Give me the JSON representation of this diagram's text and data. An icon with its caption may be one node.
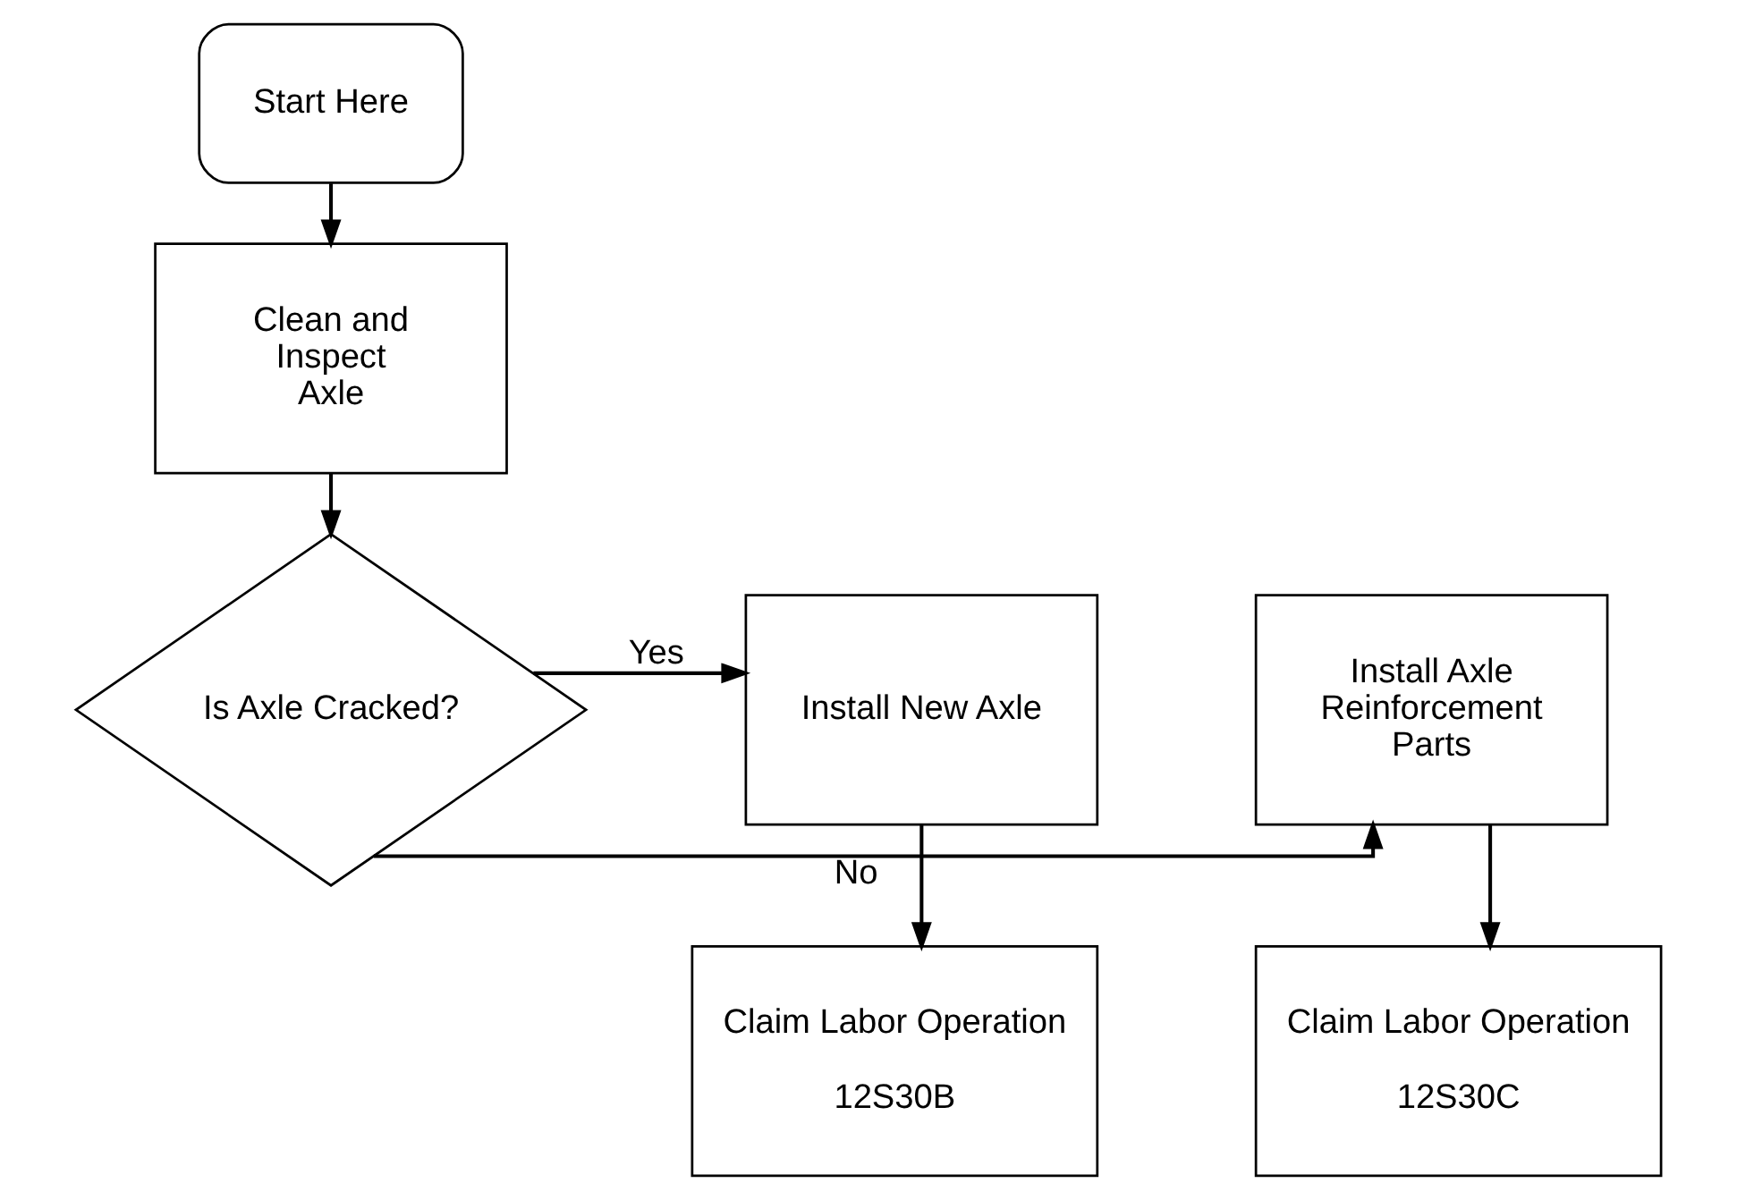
{
  "diagram": {
    "nodes": [
      {
        "text": [
          "Start Here"
        ]
      },
      {
        "text": [
          "Clean and Inspect Axle"
        ]
      },
      {
        "text": [
          "Is Axle Cracked?"
        ]
      },
      {
        "text": [
          "Install Axle Reinforcement Parts"
        ]
      },
      {
        "text": [
          "Install New Axle"
        ]
      },
      {
        "text": [
          "Claim Labor Operation",
          "12S30C"
        ]
      },
      {
        "text": [
          "Claim Labor Operation",
          "12S30B"
        ]
      }
    ],
    "edges": [
      {
        "from": 0,
        "to": 1,
        "arrow": "to"
      },
      {
        "from": 1,
        "to": 2,
        "arrow": "to"
      },
      {
        "from": 2,
        "to": 3,
        "arrow": "to",
        "label": "No"
      },
      {
        "from": 2,
        "to": 4,
        "arrow": "to",
        "label": "Yes"
      },
      {
        "from": 3,
        "to": 5,
        "arrow": "to"
      },
      {
        "from": 4,
        "to": 6,
        "arrow": "to"
      }
    ]
  }
}
